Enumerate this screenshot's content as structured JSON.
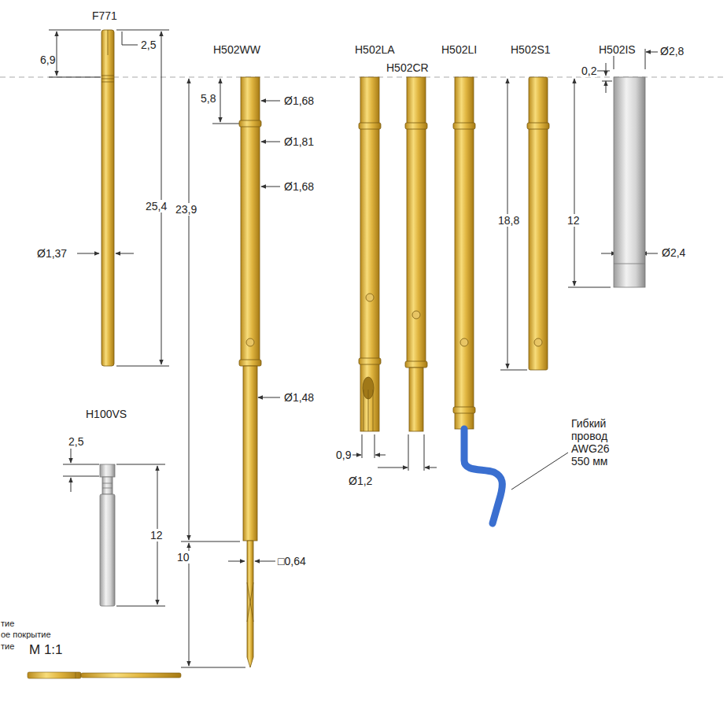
{
  "diagram": {
    "labels": [
      "F771",
      "2,5",
      "6,9",
      "Ø1,37",
      "25,4",
      "H502WW",
      "5,8",
      "Ø1,68",
      "Ø1,81",
      "Ø1,68",
      "23,9",
      "Ø1,48",
      "10",
      "□0,64",
      "H502LA",
      "H502CR",
      "H502LI",
      "H502S1",
      "H502IS",
      "0,2",
      "Ø2,8",
      "Ø2,4",
      "12",
      "18,8",
      "0,9",
      "Ø1,2",
      "Гибкий провод AWG26 550 мм",
      "H100VS",
      "2,5",
      "12",
      "тие",
      "ое покрытие",
      "тие",
      "M 1:1"
    ]
  }
}
